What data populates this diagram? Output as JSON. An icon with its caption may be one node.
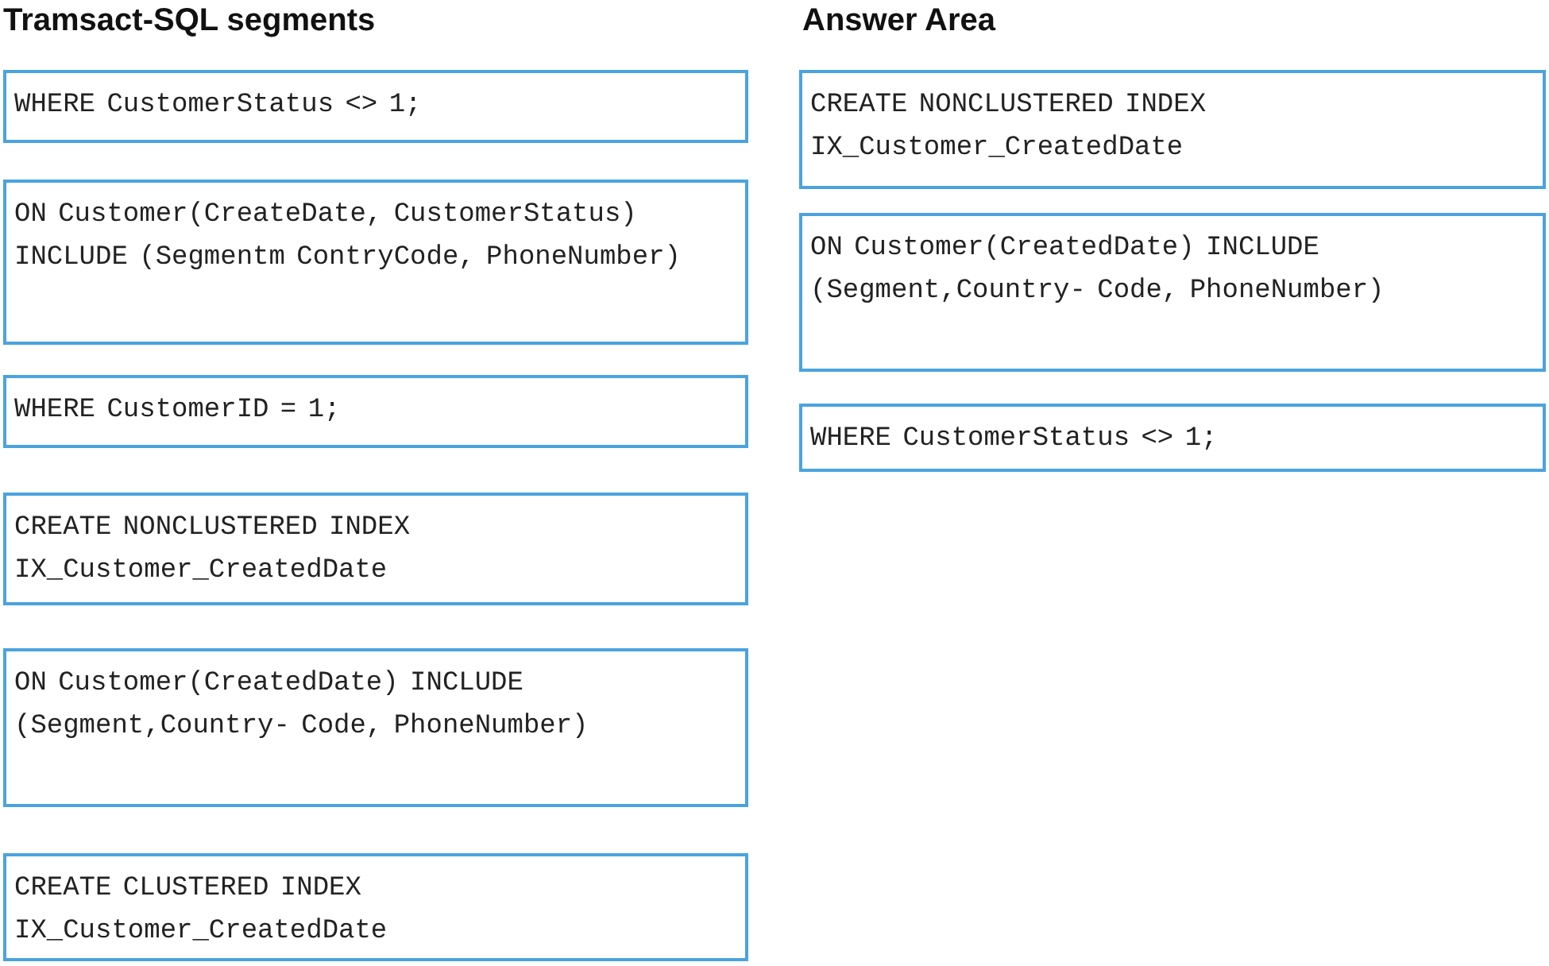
{
  "diagram": {
    "nodes": [
      {
        "text": [
          "Tramsact-SQL segments"
        ]
      },
      {
        "text": [
          "WHERE CustomerStatus <> 1;"
        ],
        "in": 0
      },
      {
        "text": [
          "ON Customer(CreateDate, CustomerStatus) INCLUDE (Segmentm ContryCode, PhoneNumber)"
        ],
        "in": 0
      },
      {
        "text": [
          "WHERE CustomerID = 1;"
        ],
        "in": 0
      },
      {
        "text": [
          "CREATE NONCLUSTERED INDEX IX_Customer_CreatedDate"
        ],
        "in": 0
      },
      {
        "text": [
          "ON Customer(CreatedDate) INCLUDE (Segment,Country- Code, PhoneNumber)"
        ],
        "in": 0
      },
      {
        "text": [
          "CREATE CLUSTERED INDEX IX_Customer_CreatedDate"
        ],
        "in": 0
      },
      {
        "text": [
          "Answer Area"
        ]
      },
      {
        "text": [
          "CREATE NONCLUSTERED INDEX IX_Customer_CreatedDate"
        ],
        "in": 7
      },
      {
        "text": [
          "ON Customer(CreatedDate) INCLUDE (Segment,Country- Code, PhoneNumber)"
        ],
        "in": 7
      },
      {
        "text": [
          "WHERE CustomerStatus <> 1;"
        ],
        "in": 7
      }
    ],
    "edges": []
  }
}
